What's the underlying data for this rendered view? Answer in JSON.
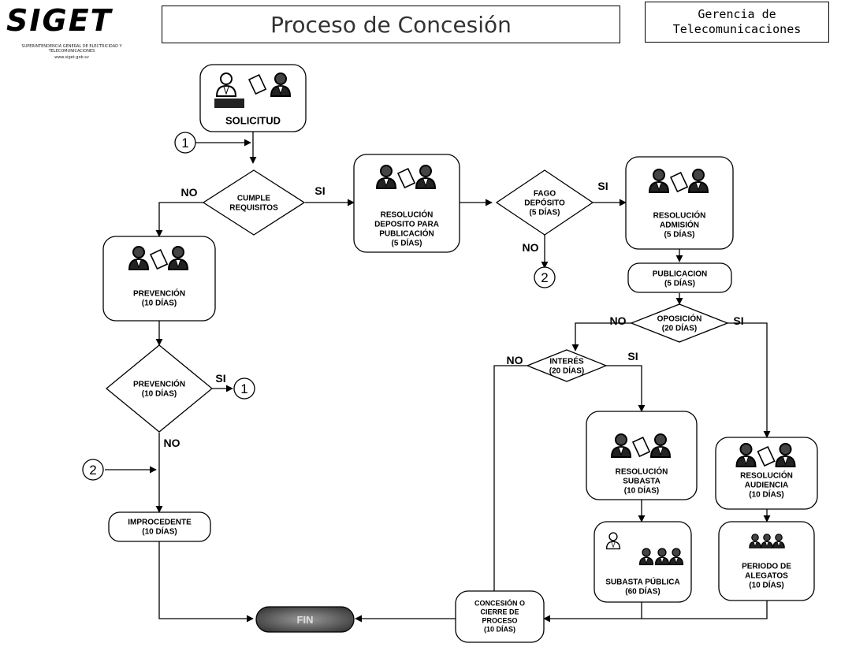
{
  "header": {
    "logo_text": "SIGET",
    "logo_subtitle": "SUPERINTENDENCIA GENERAL DE ELECTRICIDAD Y TELECOMUNICACIONES",
    "logo_url": "www.siget.gob.sv",
    "title": "Proceso de Concesión",
    "department_line1": "Gerencia de",
    "department_line2": "Telecomunicaciones"
  },
  "nodes": {
    "solicitud": [
      "SOLICITUD"
    ],
    "cumple": [
      "CUMPLE",
      "REQUISITOS"
    ],
    "res_deposito": [
      "RESOLUCIÓN",
      "DEPOSITO PARA",
      "PUBLICACIÓN",
      "(5 DÍAS)"
    ],
    "fago": [
      "FAGO",
      "DEPÓSITO",
      "(5 DÍAS)"
    ],
    "res_admision": [
      "RESOLUCIÓN",
      "ADMISIÓN",
      "(5 DÍAS)"
    ],
    "prevencion_box": [
      "PREVENCIÓN",
      "(10 DÍAS)"
    ],
    "publicacion": [
      "PUBLICACION",
      "(5 DÍAS)"
    ],
    "oposicion": [
      "OPOSICIÓN",
      "(20 DÍAS)"
    ],
    "prevencion_dec": [
      "PREVENCIÓN",
      "(10 DÍAS)"
    ],
    "interes": [
      "INTERÉS",
      "(20 DÍAS)"
    ],
    "res_subasta": [
      "RESOLUCIÓN",
      "SUBASTA",
      "(10 DÍAS)"
    ],
    "res_audiencia": [
      "RESOLUCIÓN",
      "AUDIENCIA",
      "(10 DÍAS)"
    ],
    "improcedente": [
      "IMPROCEDENTE",
      "(10 DÍAS)"
    ],
    "subasta_publica": [
      "SUBASTA PÚBLICA",
      "(60 DÍAS)"
    ],
    "periodo": [
      "PERIODO DE",
      "ALEGATOS",
      "(10 DÍAS)"
    ],
    "concesion": [
      "CONCESIÓN O",
      "CIERRE DE",
      "PROCESO",
      "(10 DÍAS)"
    ],
    "fin": [
      "FIN"
    ]
  },
  "edge_labels": {
    "si": "SI",
    "no": "NO"
  },
  "connectors": {
    "one": "1",
    "two": "2"
  }
}
